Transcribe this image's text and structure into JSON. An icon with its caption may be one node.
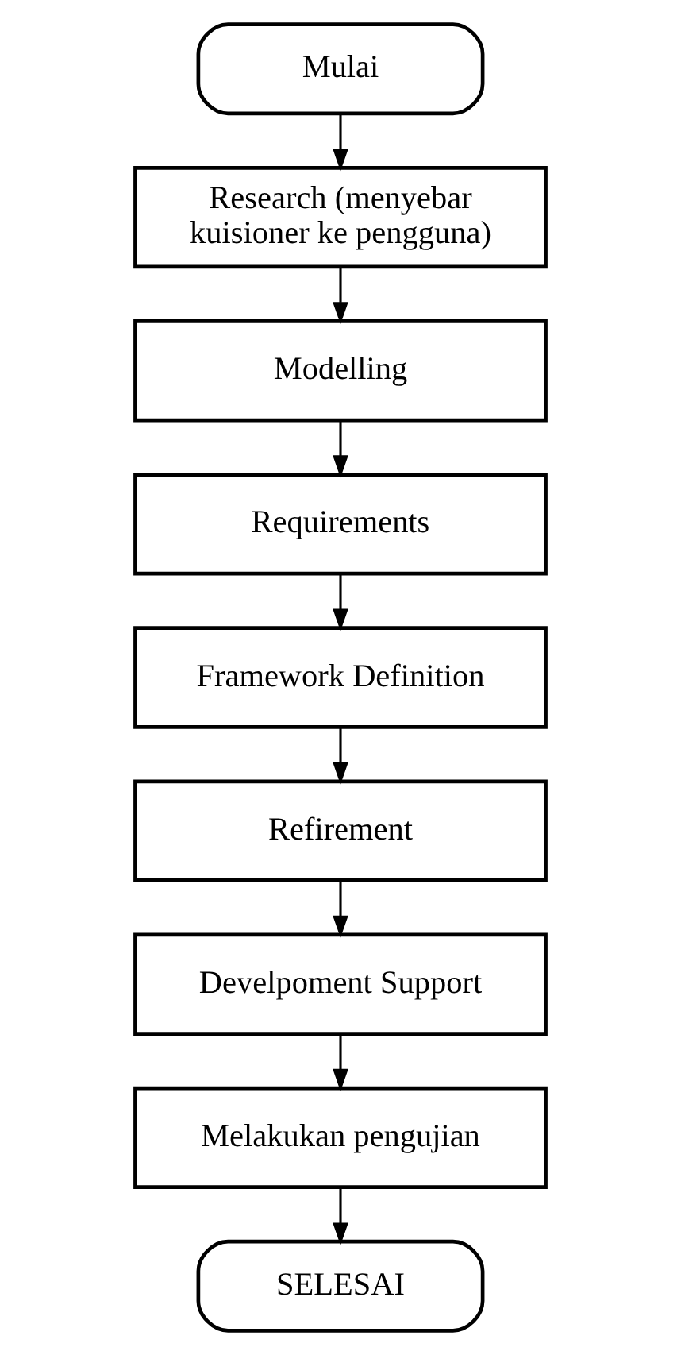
{
  "diagram": {
    "nodes": [
      {
        "text": [
          "Mulai"
        ]
      },
      {
        "text": [
          "Research (menyebar kuisioner ke pengguna)"
        ]
      },
      {
        "text": [
          "Modelling"
        ]
      },
      {
        "text": [
          "Requirements"
        ]
      },
      {
        "text": [
          "Framework Definition"
        ]
      },
      {
        "text": [
          "Refirement"
        ]
      },
      {
        "text": [
          "Develpoment Support"
        ]
      },
      {
        "text": [
          "Melakukan pengujian"
        ]
      },
      {
        "text": [
          "SELESAI"
        ]
      }
    ],
    "edges": [
      {
        "from": 0,
        "to": 1,
        "arrow": "to"
      },
      {
        "from": 1,
        "to": 2,
        "arrow": "to"
      },
      {
        "from": 2,
        "to": 3,
        "arrow": "to"
      },
      {
        "from": 3,
        "to": 4,
        "arrow": "to"
      },
      {
        "from": 4,
        "to": 5,
        "arrow": "to"
      },
      {
        "from": 5,
        "to": 6,
        "arrow": "to"
      },
      {
        "from": 6,
        "to": 7,
        "arrow": "to"
      },
      {
        "from": 7,
        "to": 8,
        "arrow": "to"
      }
    ]
  }
}
